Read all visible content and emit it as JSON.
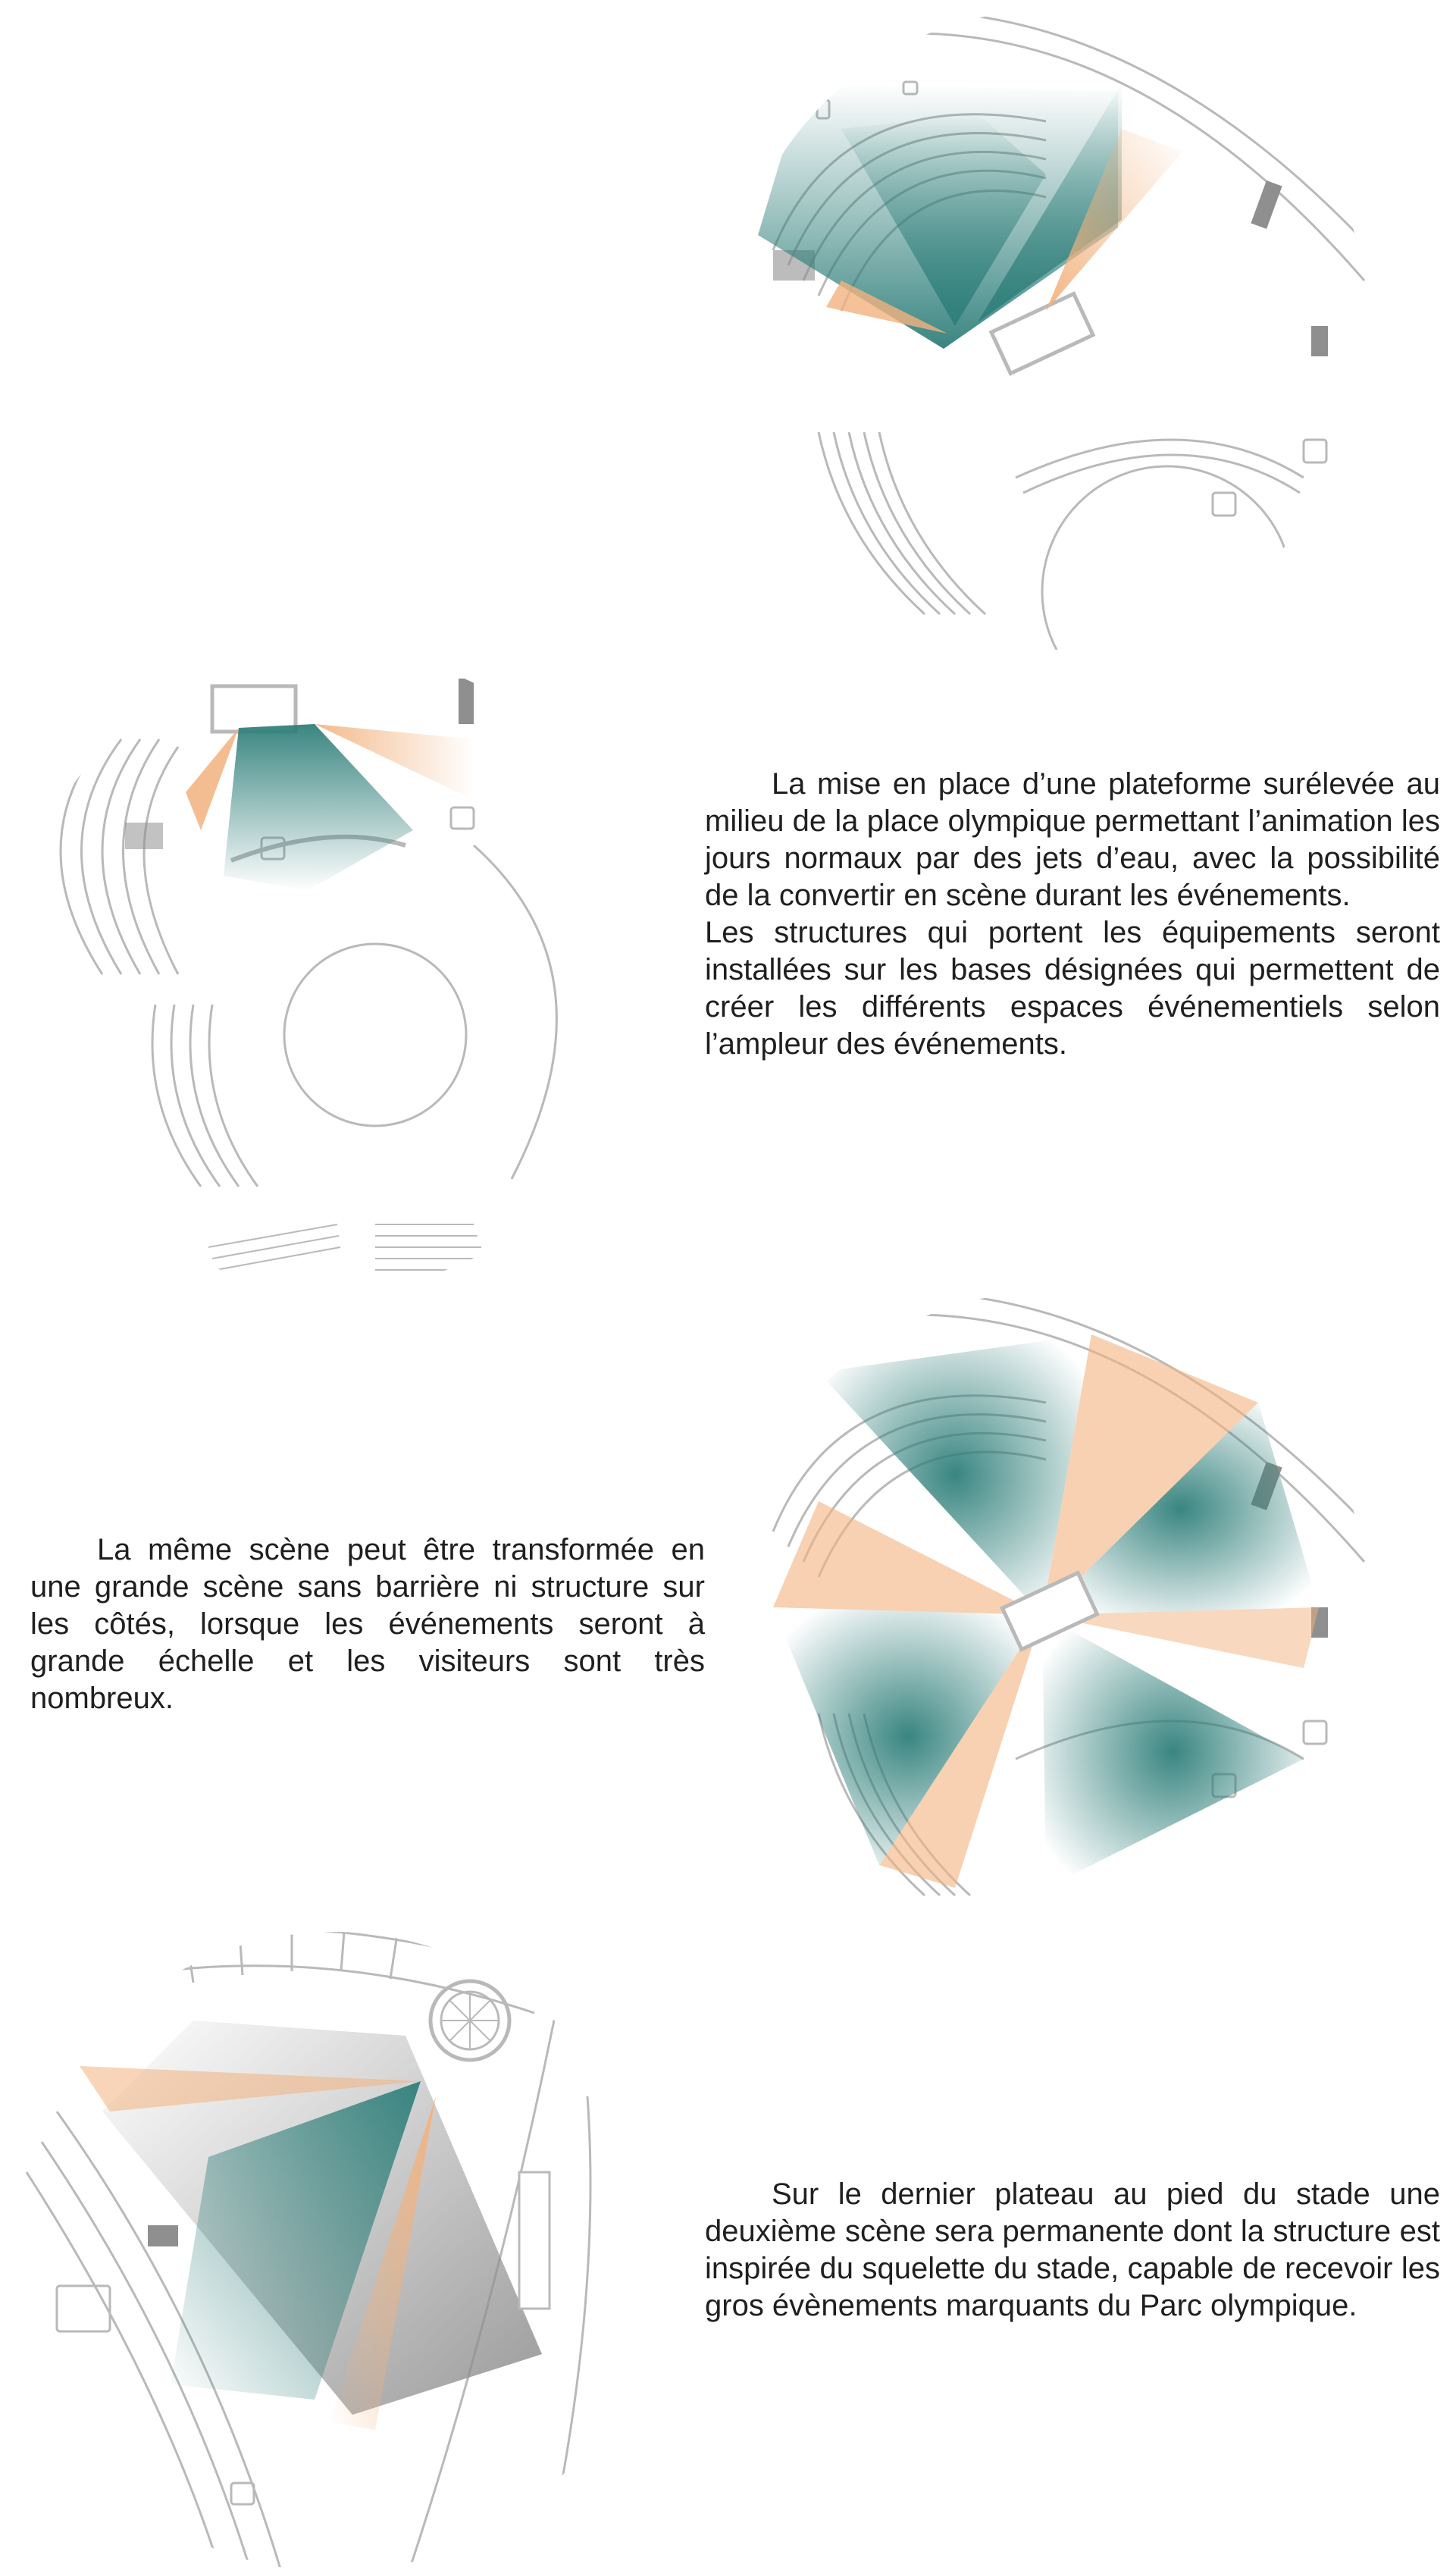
{
  "sections": [
    {
      "id": "plan-1",
      "paragraphs": []
    },
    {
      "id": "plan-2",
      "paragraphs": [
        "La mise en place d’une plateforme surélevée au milieu de la place olympique permettant l’animation les jours normaux par des jets d’eau, avec la possibilité de la convertir en scène durant les événements.",
        "Les structures qui portent les équipements seront installées sur les bases désignées qui permettent de créer les différents espaces événementiels selon l’ampleur des événements."
      ]
    },
    {
      "id": "plan-3",
      "paragraphs": [
        "La même scène peut être transformée en une grande scène sans barrière ni structure sur les côtés, lorsque les événements seront à grande échelle et les visiteurs sont très nombreux."
      ]
    },
    {
      "id": "plan-4",
      "paragraphs": [
        "Sur le dernier plateau au pied du stade une deuxième scène sera permanente dont la structure est inspirée du squelette du stade, capable de recevoir les gros évènements marquants du Parc olympique."
      ]
    }
  ],
  "colors": {
    "teal": "#2f7f7a",
    "orange": "#f2b27e",
    "line": "#b9b9b9",
    "gray_fill": "#8f8f8f"
  }
}
